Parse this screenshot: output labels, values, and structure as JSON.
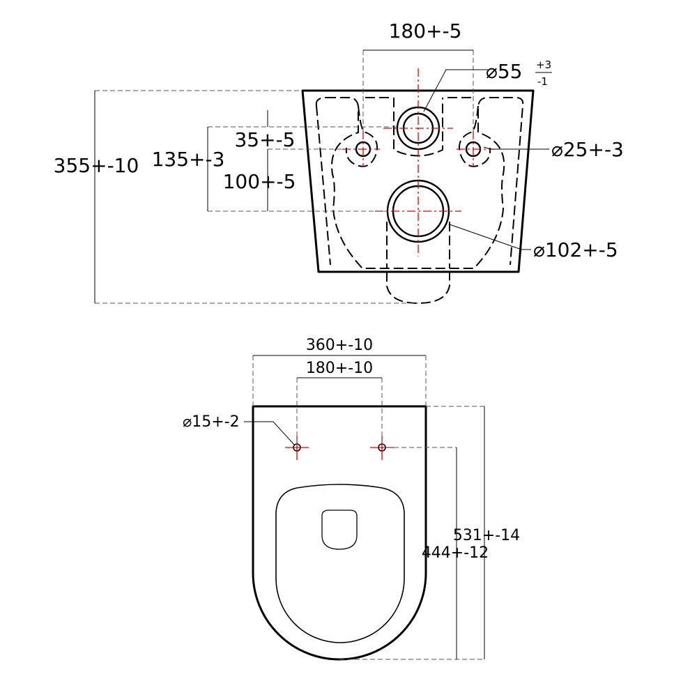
{
  "front_view": {
    "dim_mount_spacing": "180+-5",
    "dim_inlet_diameter": "⌀55",
    "dim_inlet_tol_plus": "+3",
    "dim_inlet_tol_minus": "-1",
    "dim_bolt_hole_diameter": "⌀25+-3",
    "dim_overall_height": "355+-10",
    "dim_center_height": "135+-3",
    "dim_inlet_to_bolt": "35+-5",
    "dim_bolt_to_outlet": "100+-5",
    "dim_outlet_diameter": "⌀102+-5"
  },
  "top_view": {
    "dim_overall_width": "360+-10",
    "dim_hinge_spacing": "180+-10",
    "dim_hinge_hole_diameter": "⌀15+-2",
    "dim_overall_length": "531+-14",
    "dim_hinge_to_front": "444+-12"
  }
}
